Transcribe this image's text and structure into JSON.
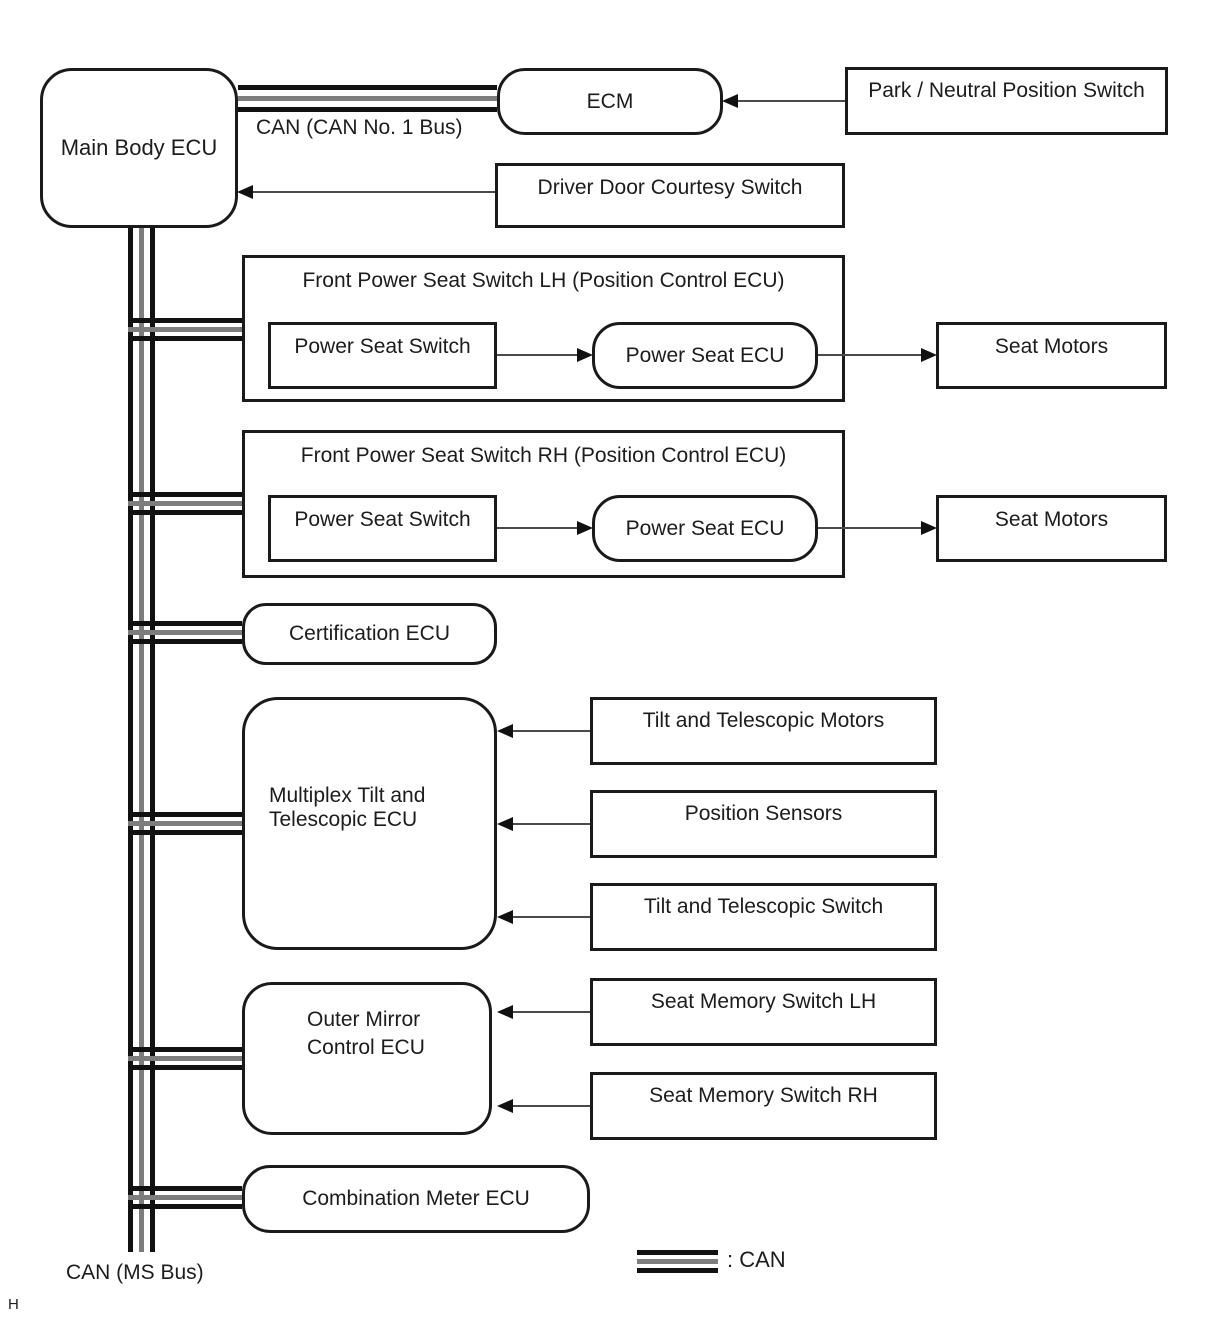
{
  "diagram": {
    "nodes": {
      "main_body_ecu": "Main Body ECU",
      "ecm": "ECM",
      "park_neutral_switch": "Park / Neutral Position Switch",
      "driver_door_switch": "Driver Door Courtesy Switch",
      "front_seat_lh_title": "Front Power Seat Switch LH (Position Control ECU)",
      "front_seat_rh_title": "Front Power Seat Switch RH (Position Control ECU)",
      "power_seat_switch": "Power Seat Switch",
      "power_seat_ecu": "Power Seat ECU",
      "seat_motors": "Seat Motors",
      "certification_ecu": "Certification ECU",
      "multiplex_ecu_line1": "Multiplex Tilt and",
      "multiplex_ecu_line2": "Telescopic ECU",
      "tilt_telescopic_motors": "Tilt and Telescopic Motors",
      "position_sensors": "Position Sensors",
      "tilt_telescopic_switch": "Tilt and Telescopic Switch",
      "outer_mirror_line1": "Outer Mirror",
      "outer_mirror_line2": "Control ECU",
      "seat_memory_switch_lh": "Seat Memory Switch LH",
      "seat_memory_switch_rh": "Seat Memory Switch RH",
      "combination_meter_ecu": "Combination Meter ECU"
    },
    "bus_labels": {
      "can1": "CAN (CAN No. 1 Bus)",
      "can_ms": "CAN (MS Bus)"
    },
    "legend": {
      "can": ": CAN"
    },
    "page_marker": "H",
    "colors": {
      "bus_black": "#111111",
      "bus_gray": "#7d7d7d",
      "text": "#1c1c1c"
    }
  }
}
